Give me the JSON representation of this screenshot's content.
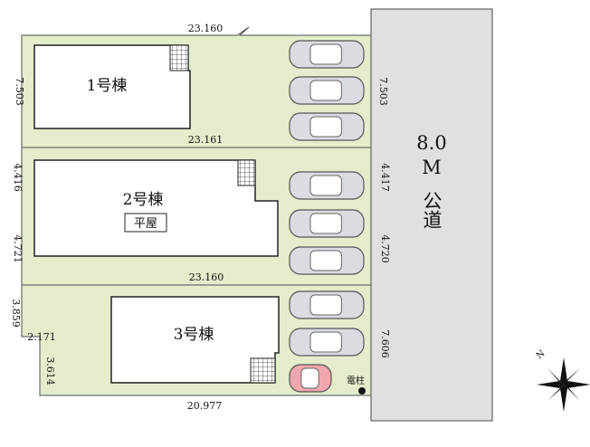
{
  "lots": [
    {
      "name": "1号棟",
      "dims": {
        "top": "23.160",
        "bottom": "23.161",
        "left": "7.503",
        "right": "7.503"
      }
    },
    {
      "name": "2号棟",
      "badge": "平屋",
      "dims": {
        "left_upper": "4.416",
        "left_lower": "4.721",
        "right_upper": "4.417",
        "right_lower": "4.720",
        "bottom": "23.160"
      }
    },
    {
      "name": "3号棟",
      "dims": {
        "left_upper": "3.859",
        "step": "2.171",
        "left_lower": "3.614",
        "right": "7.606",
        "bottom": "20.977"
      }
    }
  ],
  "road": {
    "width": "8.0",
    "unit": "M",
    "name": "公道"
  },
  "pole_label": "電柱",
  "compass_label": "N",
  "colors": {
    "lot": "#e3edcc",
    "road": "#e0e0e0",
    "car": "#d9dce1",
    "car_red": "#f0a7ae",
    "line": "#4d4d4d"
  }
}
